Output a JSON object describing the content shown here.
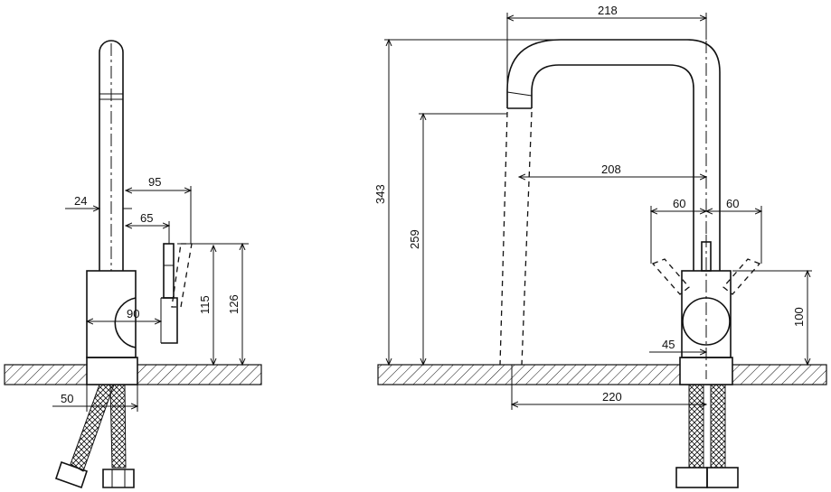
{
  "side_view": {
    "dims": {
      "d24": "24",
      "d95": "95",
      "d65": "65",
      "d90": "90",
      "d115": "115",
      "d126": "126",
      "d50": "50"
    }
  },
  "front_view": {
    "dims": {
      "d218": "218",
      "d343": "343",
      "d259": "259",
      "d208": "208",
      "d60_left": "60",
      "d60_right": "60",
      "d100": "100",
      "d45": "45",
      "d220": "220"
    }
  }
}
